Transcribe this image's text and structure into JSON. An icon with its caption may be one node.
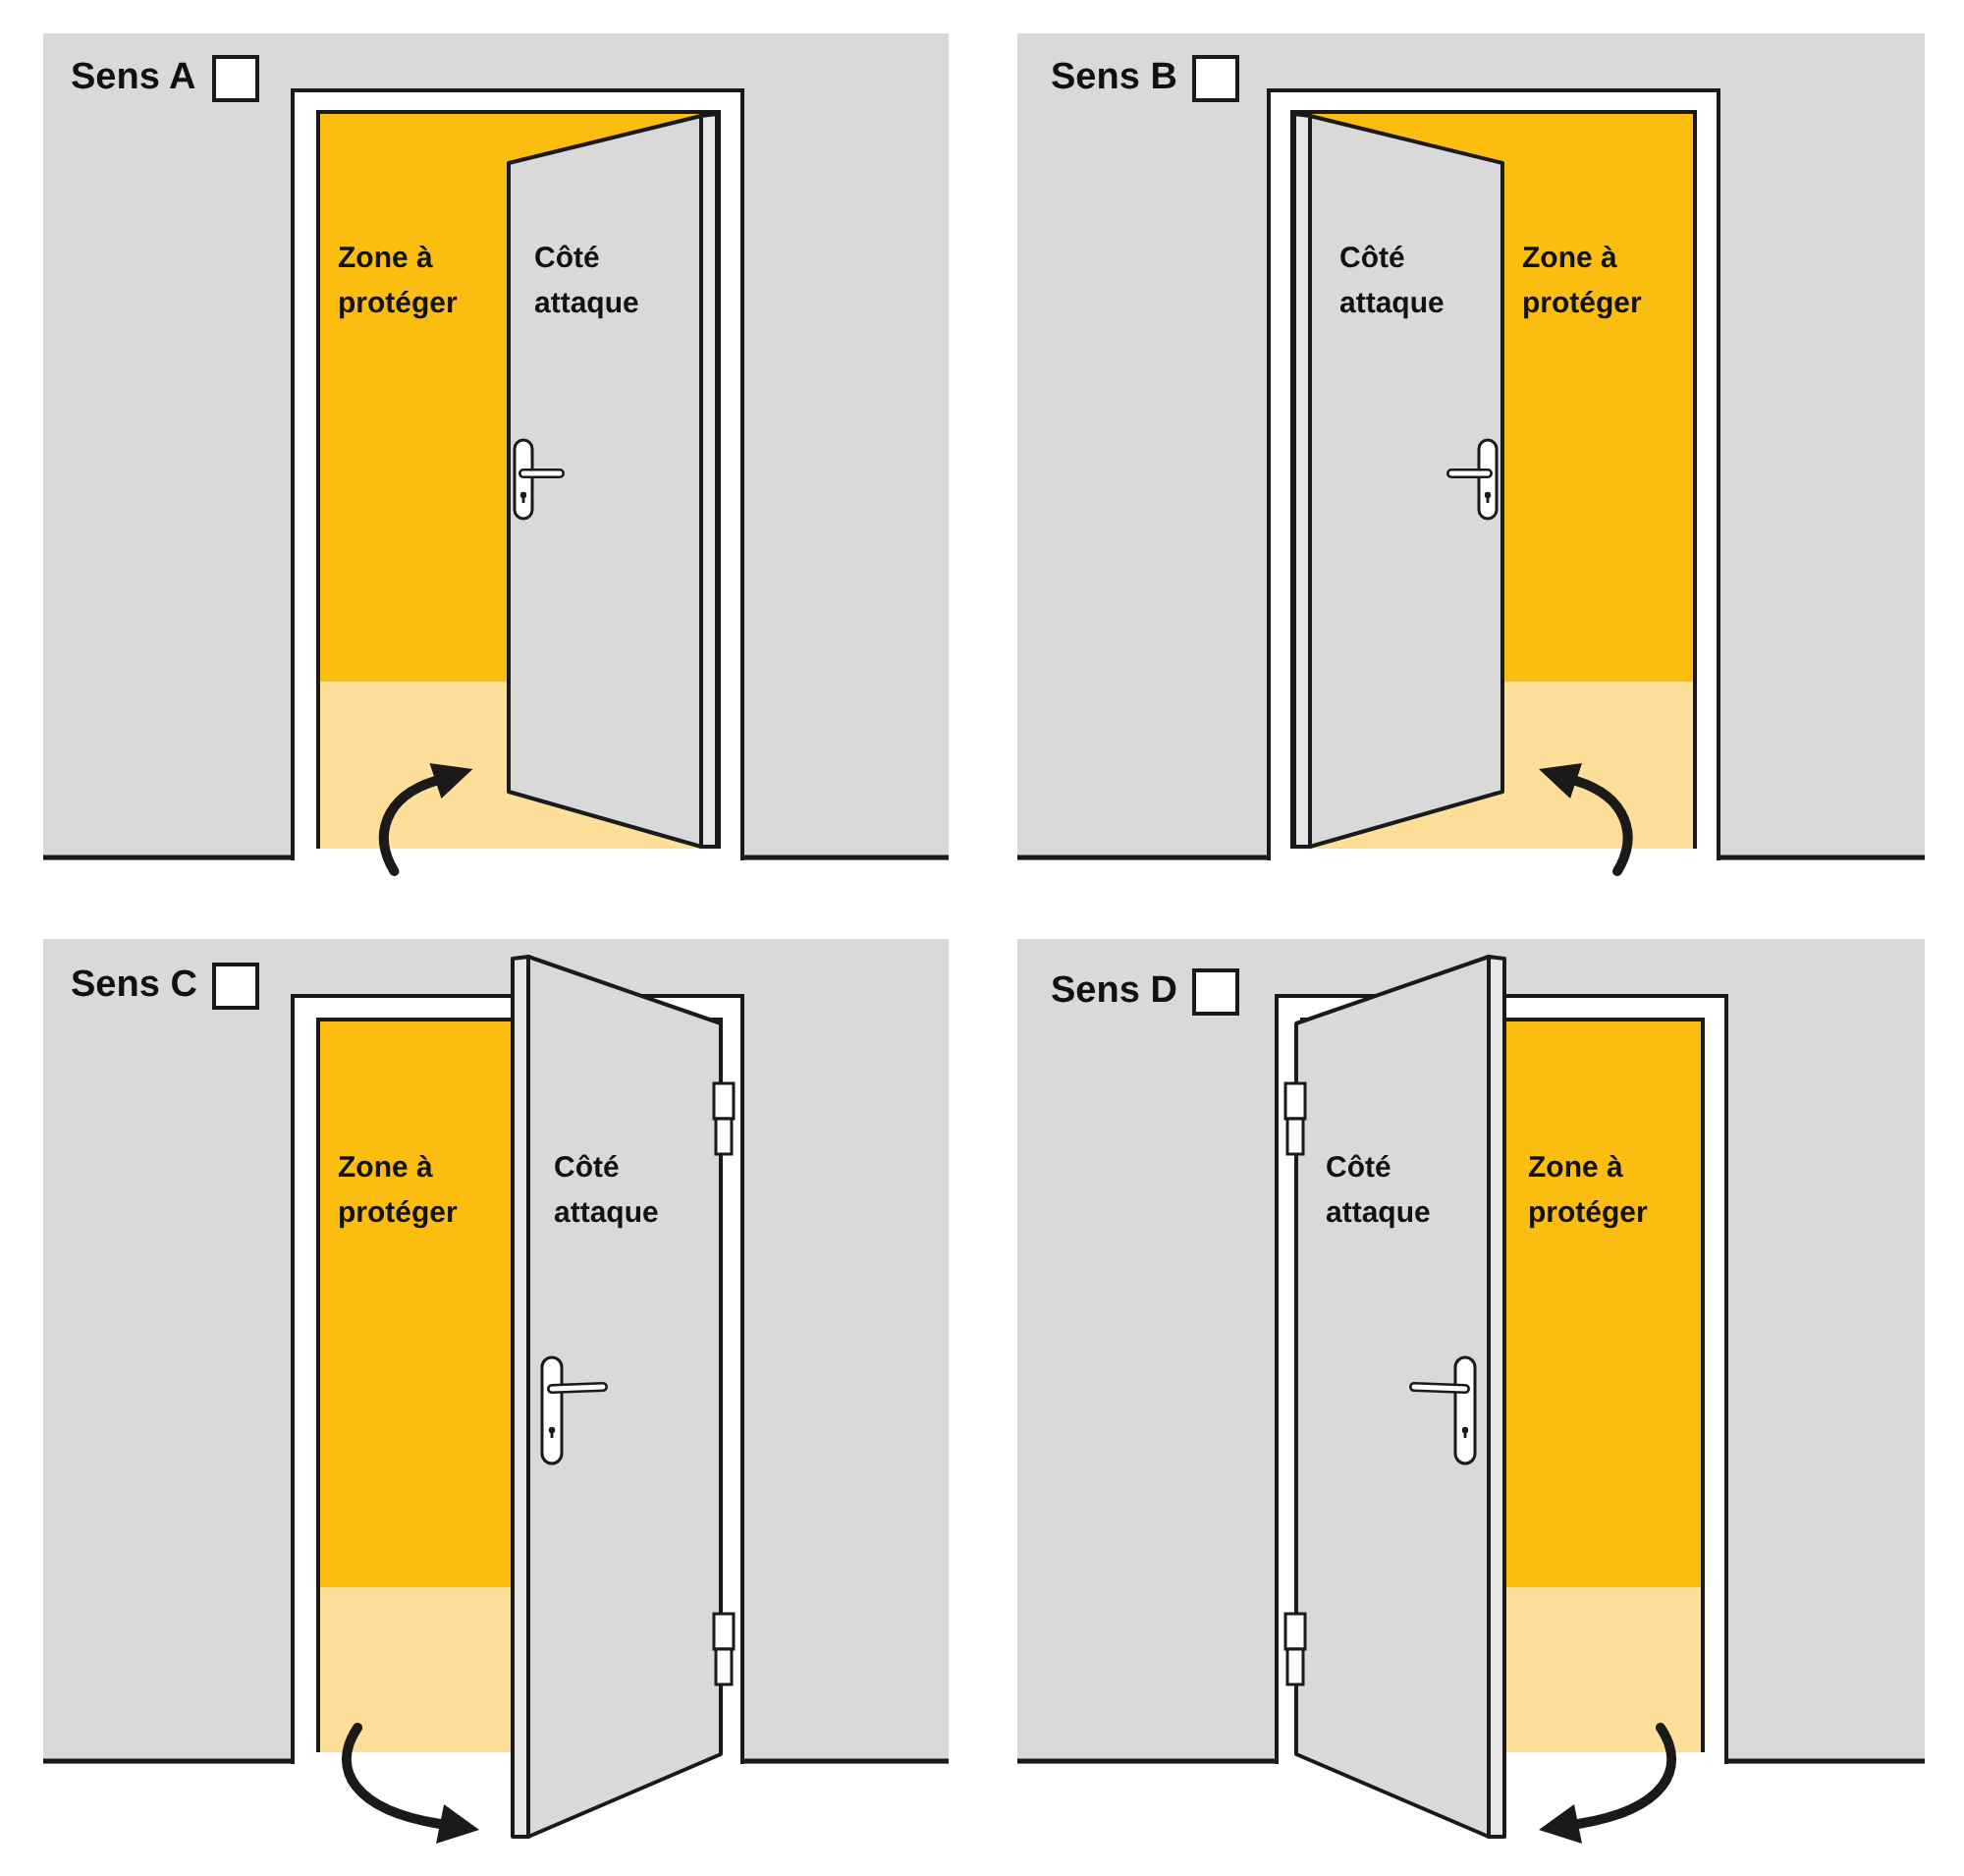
{
  "diagram": {
    "nodes": [
      {
        "text": [
          "Sens A"
        ]
      },
      {
        "text": [
          "Zone à protéger"
        ],
        "in": 0
      },
      {
        "text": [
          "Côté attaque"
        ],
        "in": 1
      },
      {
        "text": [
          "Sens B"
        ]
      },
      {
        "text": [
          "Zone à protéger"
        ],
        "in": 3
      },
      {
        "text": [
          "Côté attaque"
        ],
        "in": 4
      },
      {
        "text": [
          "Sens C"
        ]
      },
      {
        "text": [
          "Zone à protéger"
        ],
        "in": 6
      },
      {
        "text": [
          "Côté attaque"
        ],
        "in": 6
      },
      {
        "text": [
          "Sens D"
        ]
      },
      {
        "text": [
          "Côté attaque"
        ],
        "in": 9
      },
      {
        "text": [
          "Zone à protéger"
        ],
        "in": 9
      }
    ]
  }
}
